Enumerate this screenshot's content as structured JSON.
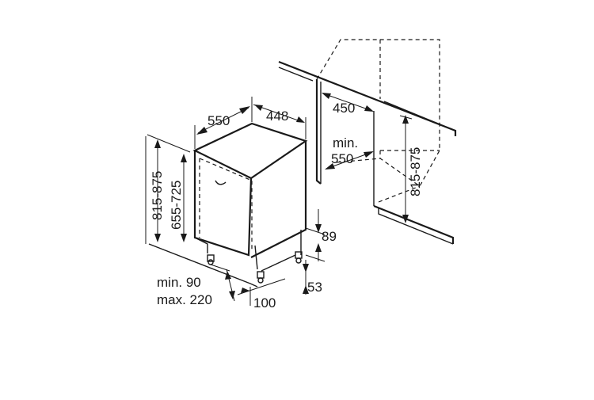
{
  "dimensions": {
    "depth": "550",
    "width": "448",
    "niche_depth": "450",
    "min_niche_label": "min.",
    "min_niche_value": "550",
    "niche_height_right": "815-875",
    "overall_height": "815-875",
    "appliance_height": "655-725",
    "plinth_height": "89",
    "foot_height": "53",
    "plinth_depth_min": "min. 90",
    "plinth_depth_max": "max. 220",
    "plinth_setback": "100"
  }
}
